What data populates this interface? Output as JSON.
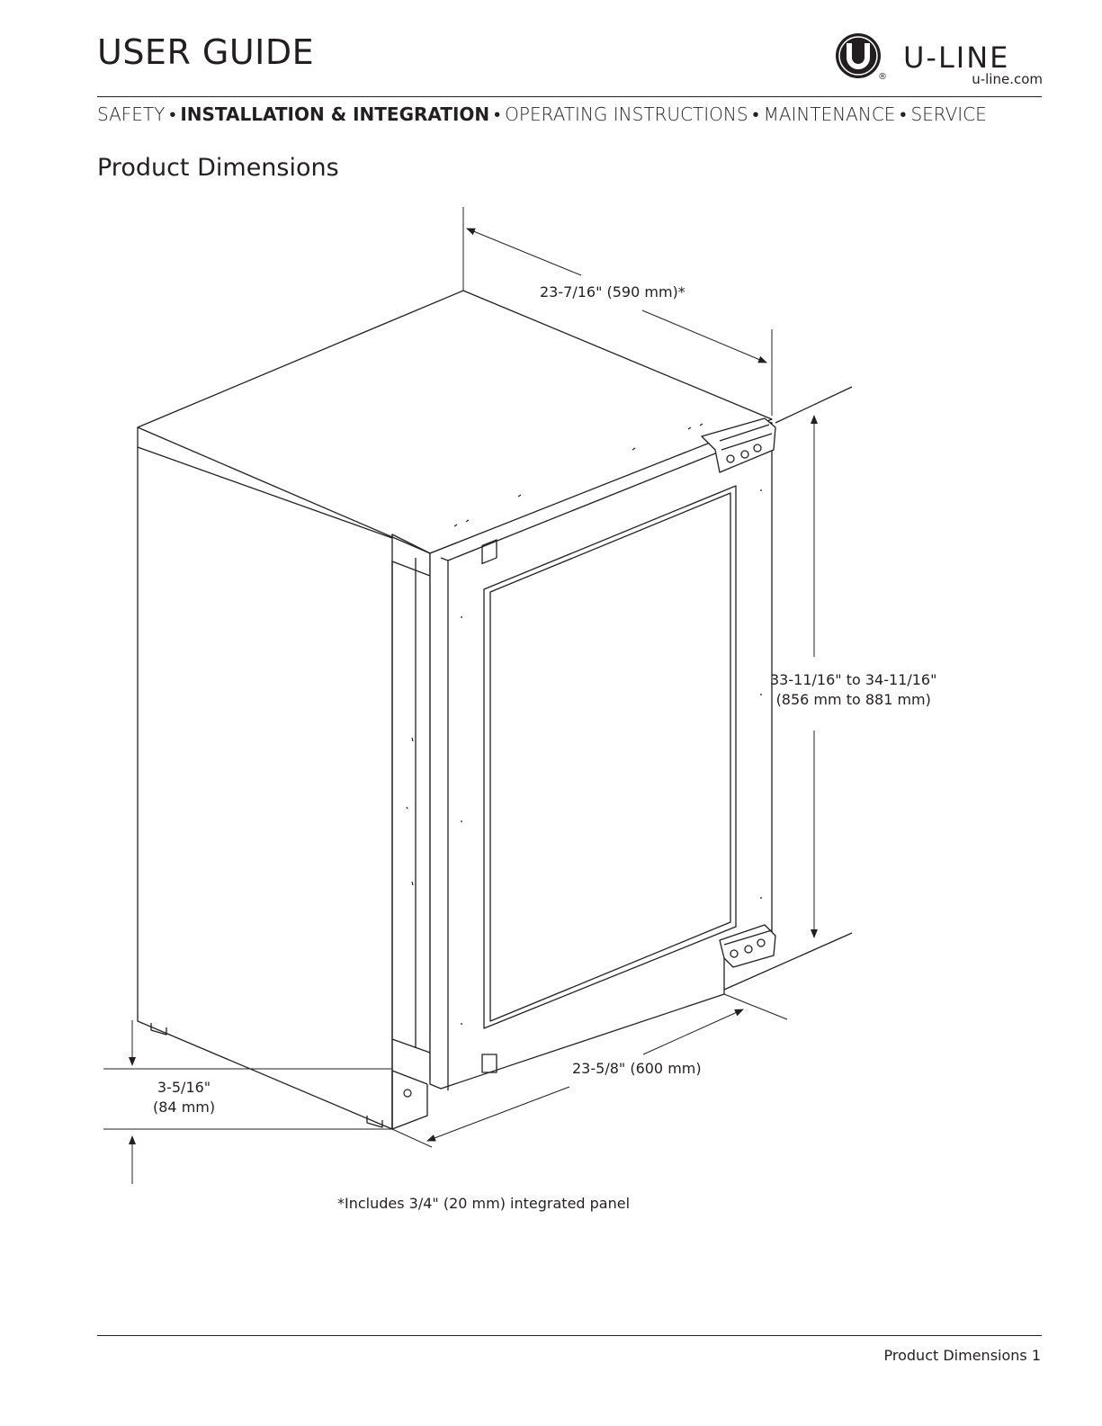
{
  "header": {
    "title": "USER GUIDE",
    "brand": "U-LINE",
    "brand_mark": "®",
    "url": "u-line.com"
  },
  "nav": {
    "items": [
      {
        "label": "SAFETY"
      },
      {
        "label": "INSTALLATION & INTEGRATION"
      },
      {
        "label": "OPERATING INSTRUCTIONS"
      },
      {
        "label": "MAINTENANCE"
      },
      {
        "label": "SERVICE"
      }
    ],
    "separator": "•",
    "active_index": 1
  },
  "section": {
    "title": "Product Dimensions"
  },
  "dimensions": {
    "depth": "23-7/16\" (590 mm)*",
    "height_line1": "33-11/16\" to 34-11/16\"",
    "height_line2": "(856 mm to 881 mm)",
    "width": "23-5/8\" (600 mm)",
    "toe_line1": "3-5/16\"",
    "toe_line2": "(84 mm)"
  },
  "footnote": "*Includes 3/4\" (20 mm) integrated panel",
  "footer": {
    "page_label": "Product Dimensions 1"
  }
}
